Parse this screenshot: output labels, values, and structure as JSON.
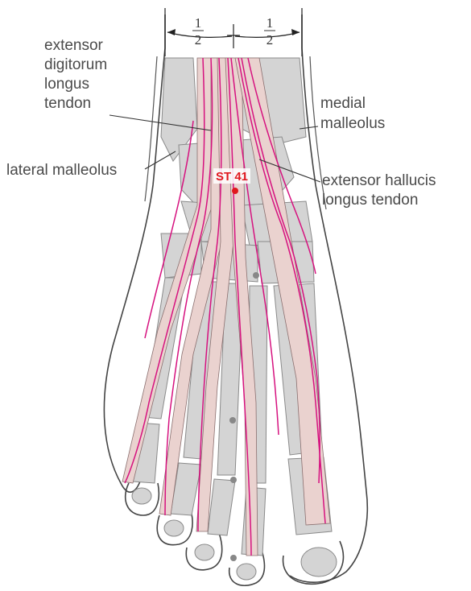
{
  "measure": {
    "left_numerator": "1",
    "left_denominator": "2",
    "right_numerator": "1",
    "right_denominator": "2"
  },
  "labels": {
    "extensor_digitorum": [
      "extensor",
      "digitorum",
      "longus",
      "tendon"
    ],
    "medial_malleolus": [
      "medial",
      "malleolus"
    ],
    "lateral_malleolus": "lateral malleolus",
    "extensor_hallucis": [
      "extensor hallucis",
      "longus tendon"
    ]
  },
  "acupoint": {
    "label": "ST 41",
    "color": "#e0181e"
  },
  "colors": {
    "tendon": "#ead2cf",
    "vessel": "#d6127f",
    "bone": "#d4d4d4",
    "outline": "#444444"
  }
}
